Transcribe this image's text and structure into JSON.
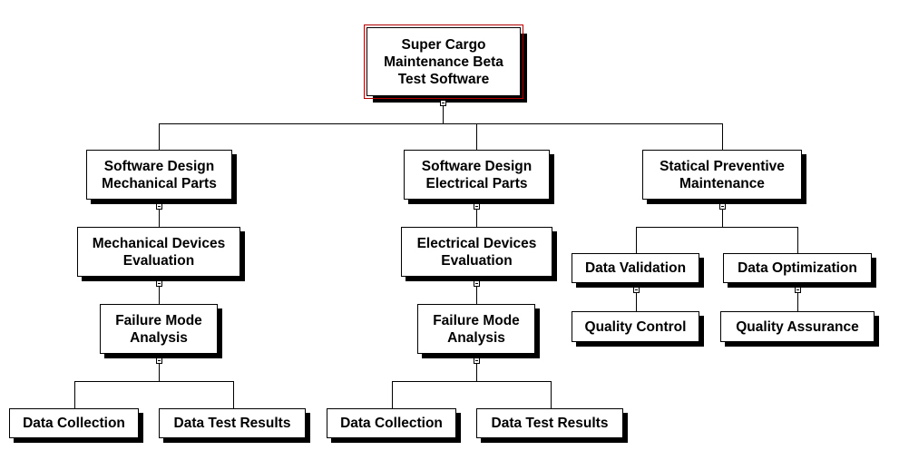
{
  "nodes": {
    "root": "Super Cargo\nMaintenance Beta\nTest Software",
    "sw_mech": "Software Design\nMechanical Parts",
    "sw_elec": "Software Design\nElectrical Parts",
    "stat_prev": "Statical Preventive\nMaintenance",
    "mech_eval": "Mechanical Devices\nEvaluation",
    "elec_eval": "Electrical Devices\nEvaluation",
    "fma_mech": "Failure Mode\nAnalysis",
    "fma_elec": "Failure Mode\nAnalysis",
    "data_validation": "Data Validation",
    "data_optimization": "Data Optimization",
    "quality_control": "Quality Control",
    "quality_assurance": "Quality Assurance",
    "dc_mech": "Data Collection",
    "dtr_mech": "Data Test Results",
    "dc_elec": "Data Collection",
    "dtr_elec": "Data Test Results"
  },
  "colors": {
    "root_outline": "#b00000",
    "box_shadow": "#000000",
    "line": "#000000"
  }
}
